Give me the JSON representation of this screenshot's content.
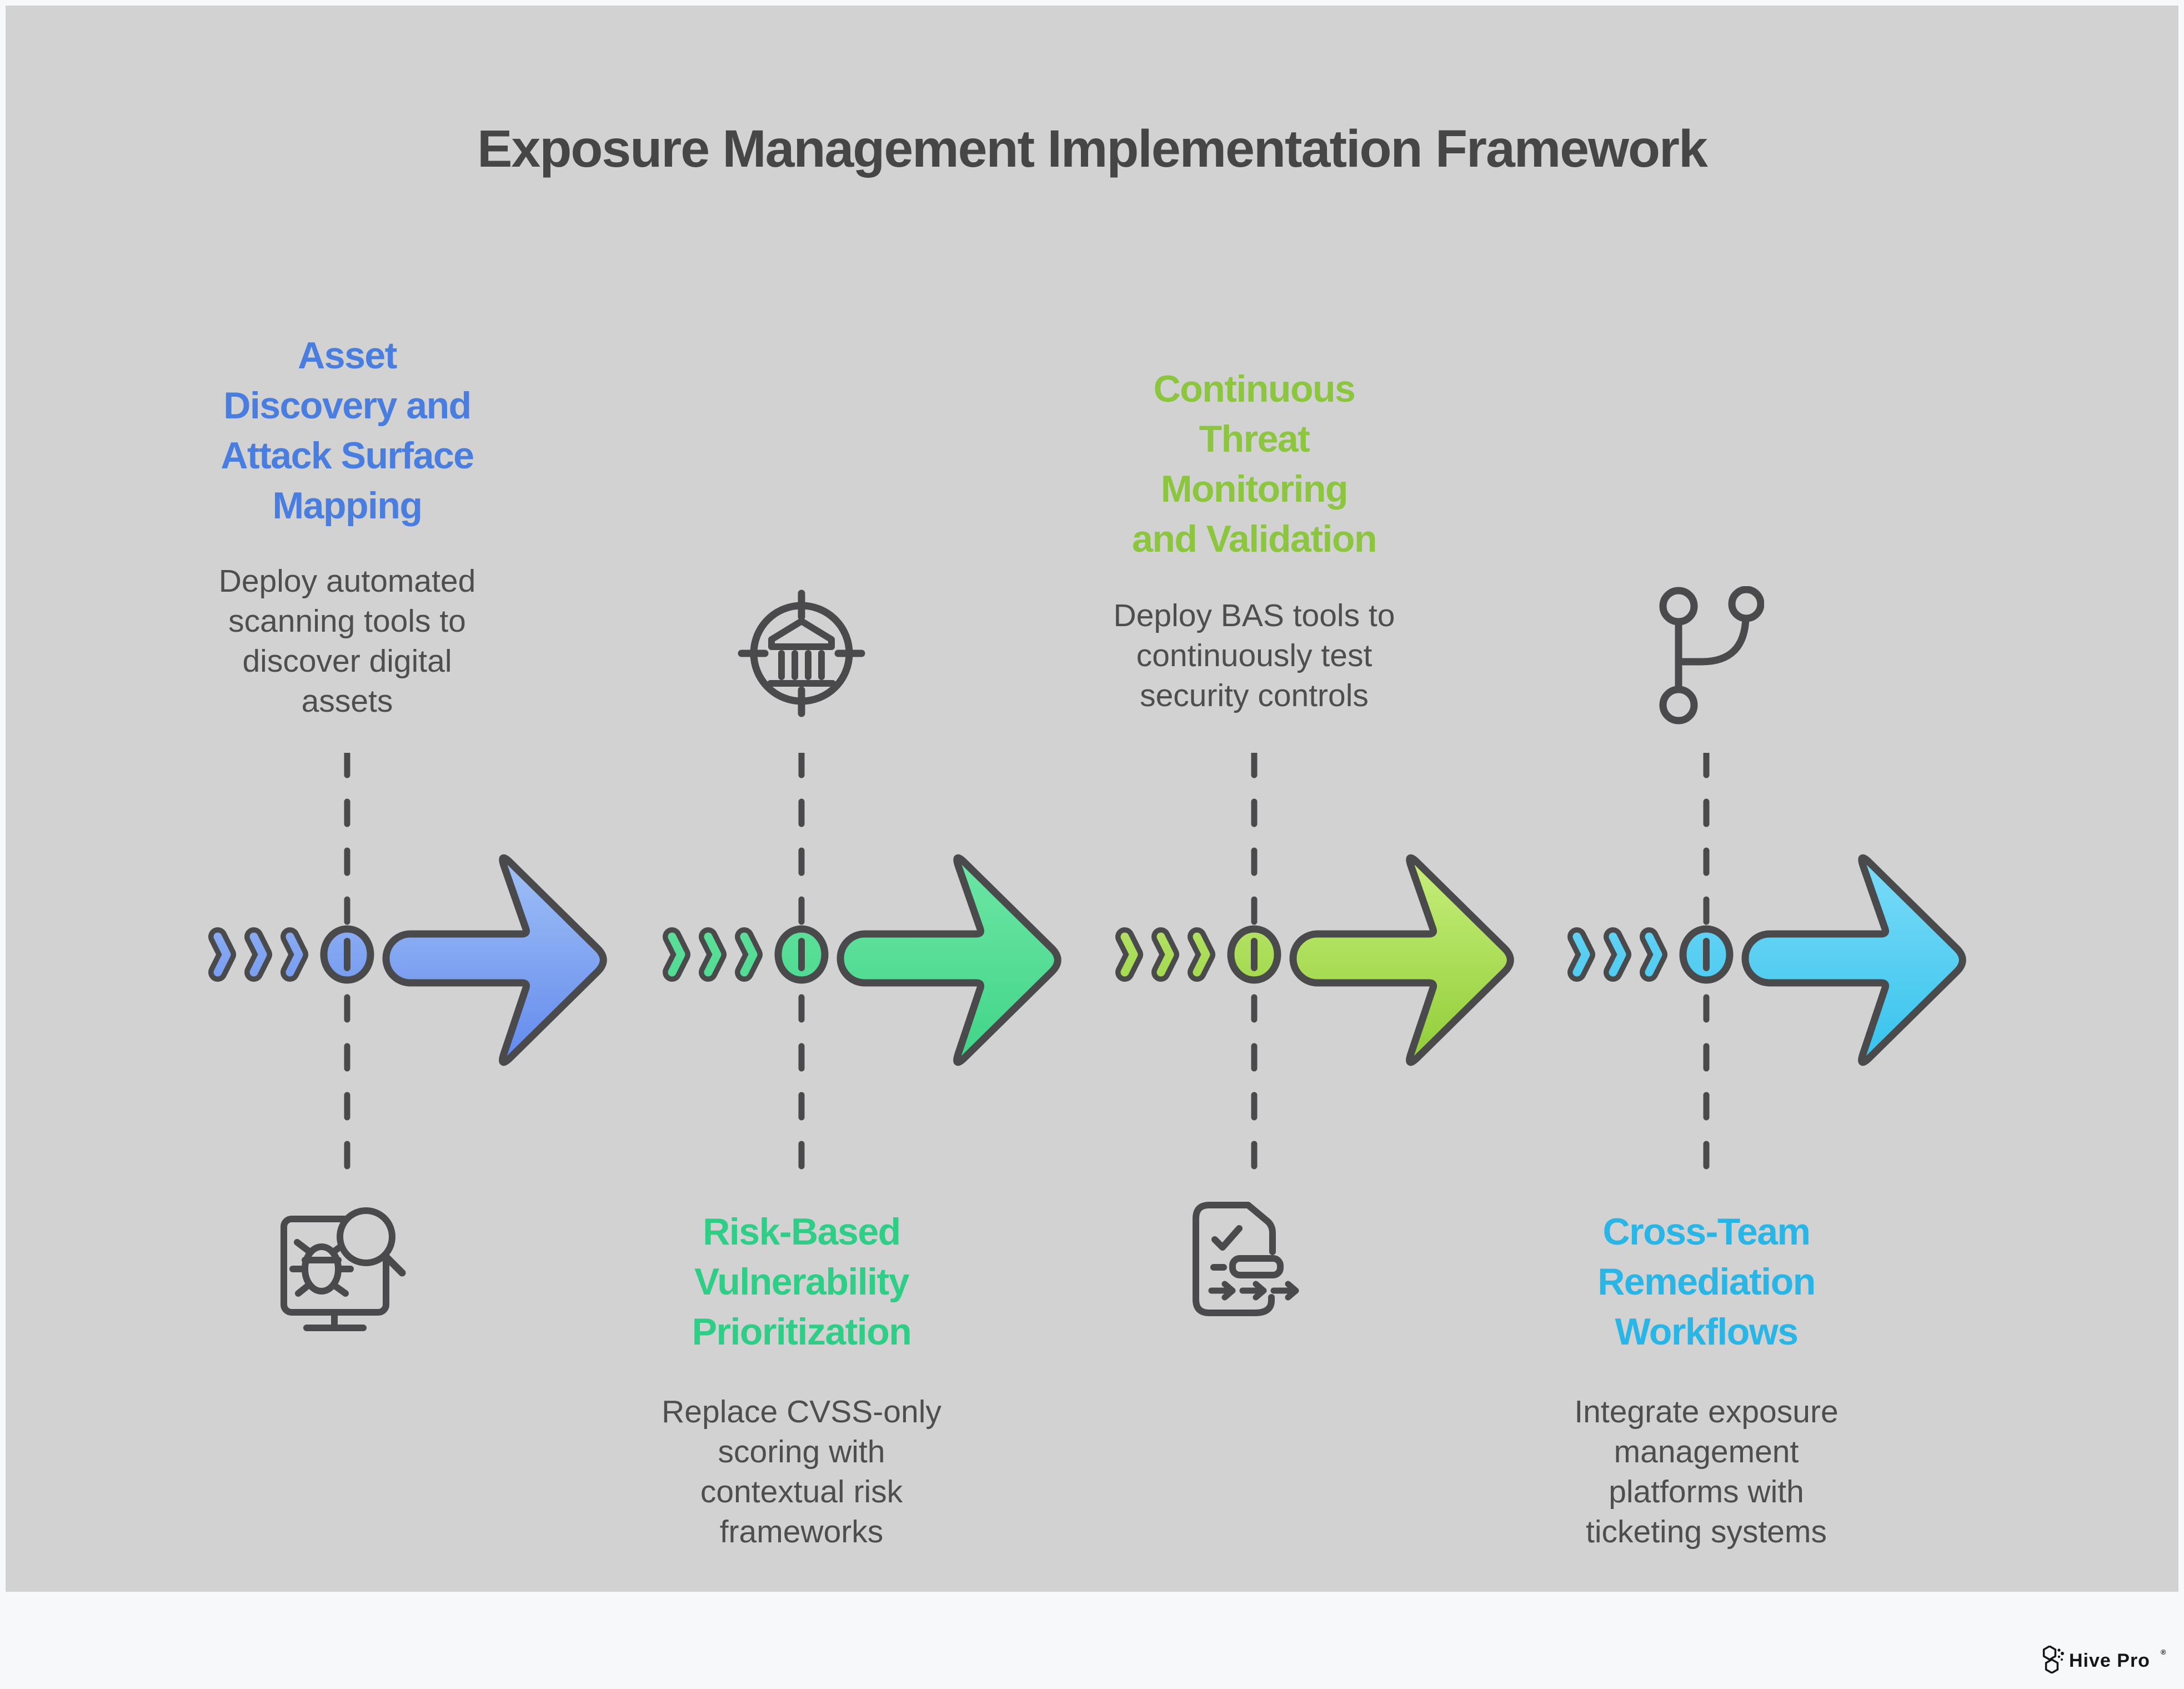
{
  "title": "Exposure Management Implementation Framework",
  "stages": [
    {
      "name": "asset-discovery",
      "heading": "Asset\nDiscovery and\nAttack Surface\nMapping",
      "description": "Deploy automated\nscanning tools to\ndiscover digital\nassets",
      "heading_color": "#4a7de0",
      "icon": "bug-scan-monitor-icon",
      "colors": {
        "light": "#a3c2f6",
        "dark": "#5b84ec"
      }
    },
    {
      "name": "risk-based-prioritization",
      "heading": "Risk-Based\nVulnerability\nPrioritization",
      "description": "Replace CVSS-only\nscoring with\ncontextual risk\nframeworks",
      "heading_color": "#2fce86",
      "icon": "bank-target-icon",
      "colors": {
        "light": "#6fe6a5",
        "dark": "#3bd385"
      }
    },
    {
      "name": "continuous-threat-monitoring",
      "heading": "Continuous\nThreat\nMonitoring\nand Validation",
      "description": "Deploy BAS tools to\ncontinuously test\nsecurity controls",
      "heading_color": "#8cc63e",
      "icon": "doc-flow-icon",
      "colors": {
        "light": "#c9f07e",
        "dark": "#8bc930"
      }
    },
    {
      "name": "cross-team-remediation",
      "heading": "Cross-Team\nRemediation\nWorkflows",
      "description": "Integrate exposure\nmanagement\nplatforms with\nticketing systems",
      "heading_color": "#29b5e5",
      "icon": "git-branch-icon",
      "colors": {
        "light": "#7edcf8",
        "dark": "#2fc0ec"
      }
    }
  ],
  "footer": {
    "logo_text": "Hive Pro",
    "registered": "®"
  },
  "theme": {
    "background": "#d2d2d2",
    "outline": "#4a4a4c",
    "body_text": "#4e4e4e",
    "title_color": "#464646",
    "footer_bg": "#f7f8fa",
    "logo_color": "#161616"
  }
}
